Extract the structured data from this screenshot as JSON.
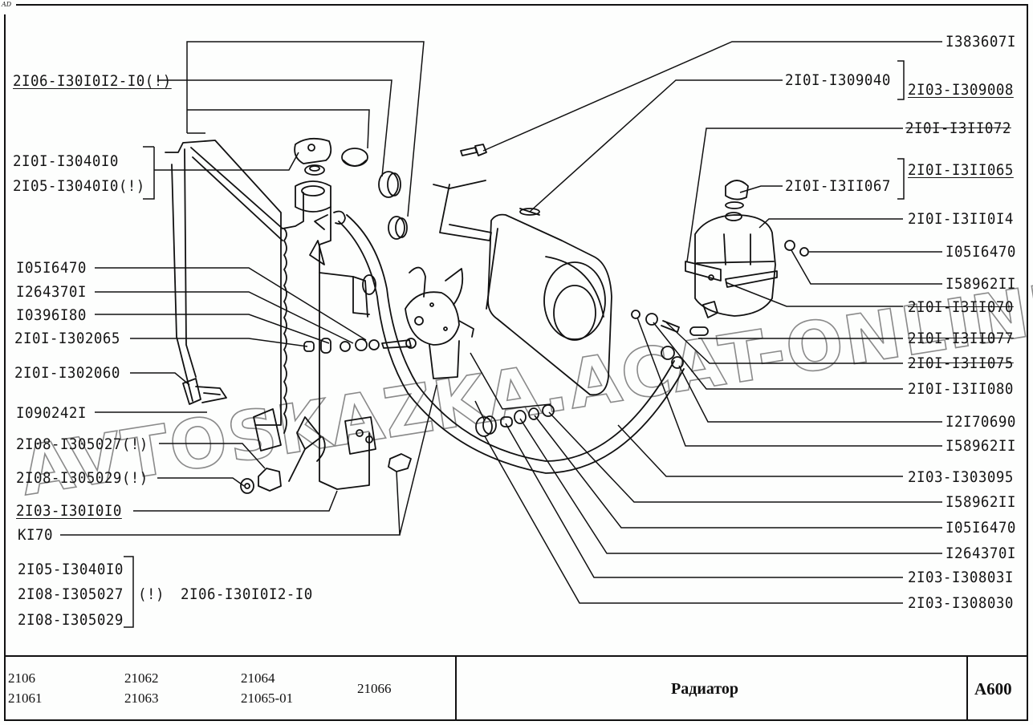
{
  "corner_mark": "AD",
  "watermark": "AVTOSKAZKA.ACAT-ONLINE",
  "left_callouts": [
    {
      "id": "l1",
      "text": "2I06-I30I0I2-I0",
      "suffix": "(!)",
      "underlined": true
    },
    {
      "id": "l2",
      "text": "2I0I-I3040I0",
      "suffix": "",
      "underlined": false
    },
    {
      "id": "l3",
      "text": "2I05-I3040I0",
      "suffix": "(!)",
      "underlined": false
    },
    {
      "id": "l4",
      "text": "I05I6470",
      "suffix": "",
      "underlined": false
    },
    {
      "id": "l5",
      "text": "I264370I",
      "suffix": "",
      "underlined": false
    },
    {
      "id": "l6",
      "text": "I0396I80",
      "suffix": "",
      "underlined": false
    },
    {
      "id": "l7",
      "text": "2I0I-I302065",
      "suffix": "",
      "underlined": false
    },
    {
      "id": "l8",
      "text": "2I0I-I302060",
      "suffix": "",
      "underlined": false
    },
    {
      "id": "l9",
      "text": "I090242I",
      "suffix": "",
      "underlined": false
    },
    {
      "id": "l10",
      "text": "2I08-I305027",
      "suffix": "(!)",
      "underlined": false
    },
    {
      "id": "l11",
      "text": "2I08-I305029",
      "suffix": "(!)",
      "underlined": false
    },
    {
      "id": "l12",
      "text": "2I03-I30I0I0",
      "suffix": "",
      "underlined": true
    },
    {
      "id": "l13",
      "text": "KI70",
      "suffix": "",
      "underlined": false
    }
  ],
  "note_group": {
    "items": [
      "2I05-I3040I0",
      "2I08-I305027",
      "2I08-I305029"
    ],
    "marker": "(!)",
    "replacement": "2I06-I30I0I2-I0"
  },
  "right_callouts": [
    {
      "id": "r1",
      "text": "I383607I",
      "underlined": false,
      "struck": false
    },
    {
      "id": "r2",
      "text": "2I0I-I309040",
      "underlined": false,
      "struck": false
    },
    {
      "id": "r3",
      "text": "2I03-I309008",
      "underlined": true,
      "struck": false
    },
    {
      "id": "r4",
      "text": "2I0I-I3II072",
      "underlined": false,
      "struck": true
    },
    {
      "id": "r5",
      "text": "2I0I-I3II065",
      "underlined": true,
      "struck": false
    },
    {
      "id": "r6",
      "text": "2I0I-I3II067",
      "underlined": false,
      "struck": false
    },
    {
      "id": "r7",
      "text": "2I0I-I3II0I4",
      "underlined": false,
      "struck": false
    },
    {
      "id": "r8",
      "text": "I05I6470",
      "underlined": false,
      "struck": false
    },
    {
      "id": "r9",
      "text": "I58962II",
      "underlined": false,
      "struck": false
    },
    {
      "id": "r10",
      "text": "2I0I-I3II070",
      "underlined": false,
      "struck": true
    },
    {
      "id": "r11",
      "text": "2I0I-I3II077",
      "underlined": false,
      "struck": true
    },
    {
      "id": "r12",
      "text": "2I0I-I3II075",
      "underlined": false,
      "struck": true
    },
    {
      "id": "r13",
      "text": "2I0I-I3II080",
      "underlined": false,
      "struck": false
    },
    {
      "id": "r14",
      "text": "I2I70690",
      "underlined": false,
      "struck": false
    },
    {
      "id": "r15",
      "text": "I58962II",
      "underlined": false,
      "struck": false
    },
    {
      "id": "r16",
      "text": "2I03-I303095",
      "underlined": false,
      "struck": false
    },
    {
      "id": "r17",
      "text": "I58962II",
      "underlined": false,
      "struck": false
    },
    {
      "id": "r18",
      "text": "I05I6470",
      "underlined": false,
      "struck": false
    },
    {
      "id": "r19",
      "text": "I264370I",
      "underlined": false,
      "struck": false
    },
    {
      "id": "r20",
      "text": "2I03-I30803I",
      "underlined": false,
      "struck": false
    },
    {
      "id": "r21",
      "text": "2I03-I308030",
      "underlined": false,
      "struck": false
    }
  ],
  "title_block": {
    "models": [
      "2106",
      "21061",
      "21062",
      "21063",
      "21064",
      "21065-01",
      "21066"
    ],
    "title": "Радиатор",
    "code": "A600"
  }
}
